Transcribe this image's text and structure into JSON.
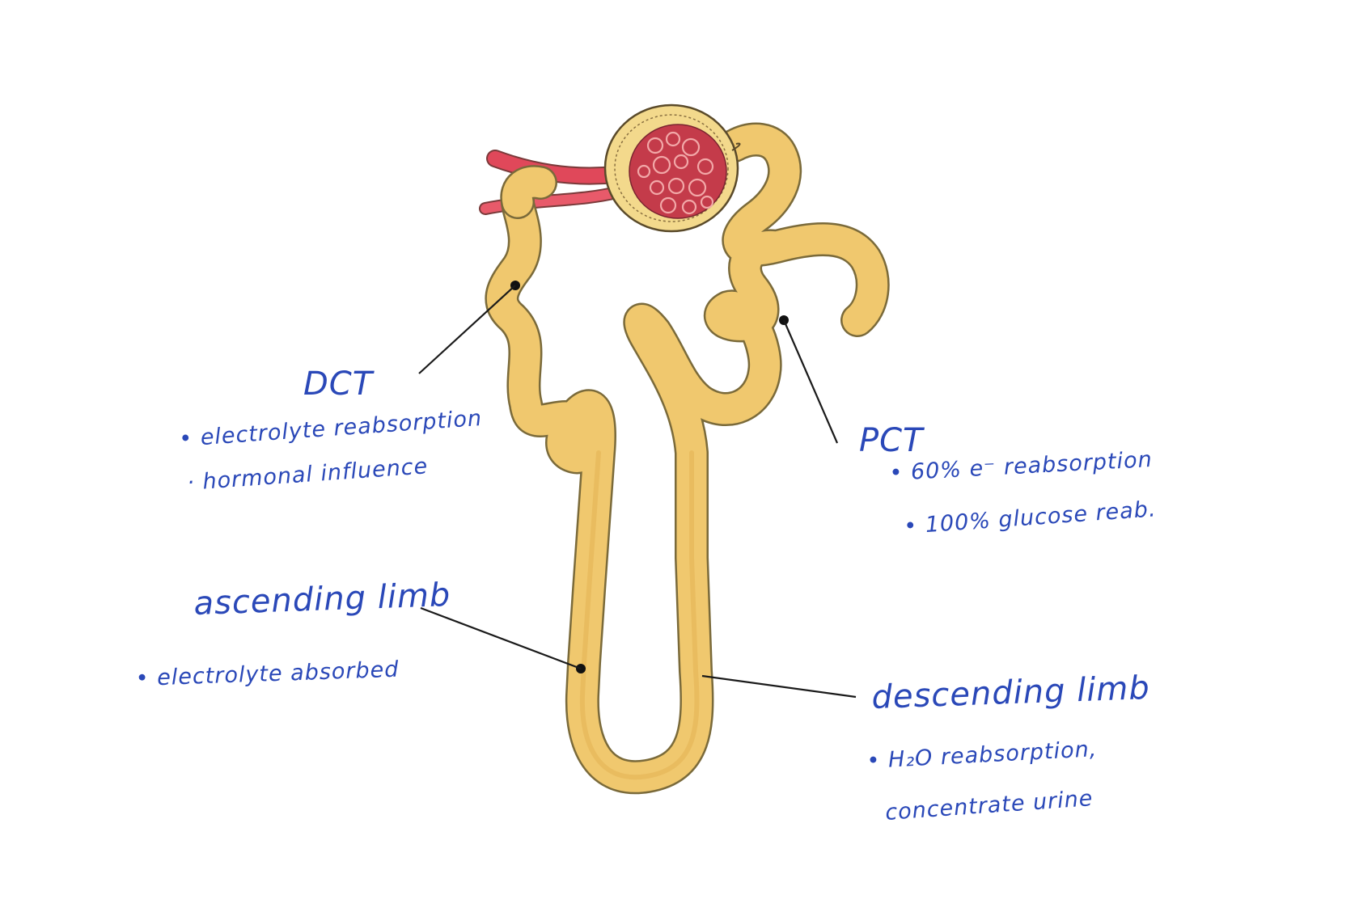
{
  "colors": {
    "tubule_outline": "#7a6a3a",
    "tubule_fill": "#f0c86e",
    "vessel": "#e0485a",
    "capillary_fill": "#c43b4a",
    "capsule_fill": "#f3d98c",
    "annotation_ink": "#2a48b8",
    "leader_line": "#1a1a1a"
  },
  "labels": {
    "dct": {
      "title": "DCT",
      "bullets": [
        "electrolyte reabsorption",
        "hormonal influence"
      ]
    },
    "pct": {
      "title": "PCT",
      "bullets": [
        "60% e⁻ reabsorption",
        "100% glucose reab."
      ]
    },
    "ascending": {
      "title": "ascending limb",
      "bullets": [
        "electrolyte absorbed"
      ]
    },
    "descending": {
      "title": "descending limb",
      "bullets": [
        "H₂O reabsorption,",
        "concentrate urine"
      ]
    }
  }
}
